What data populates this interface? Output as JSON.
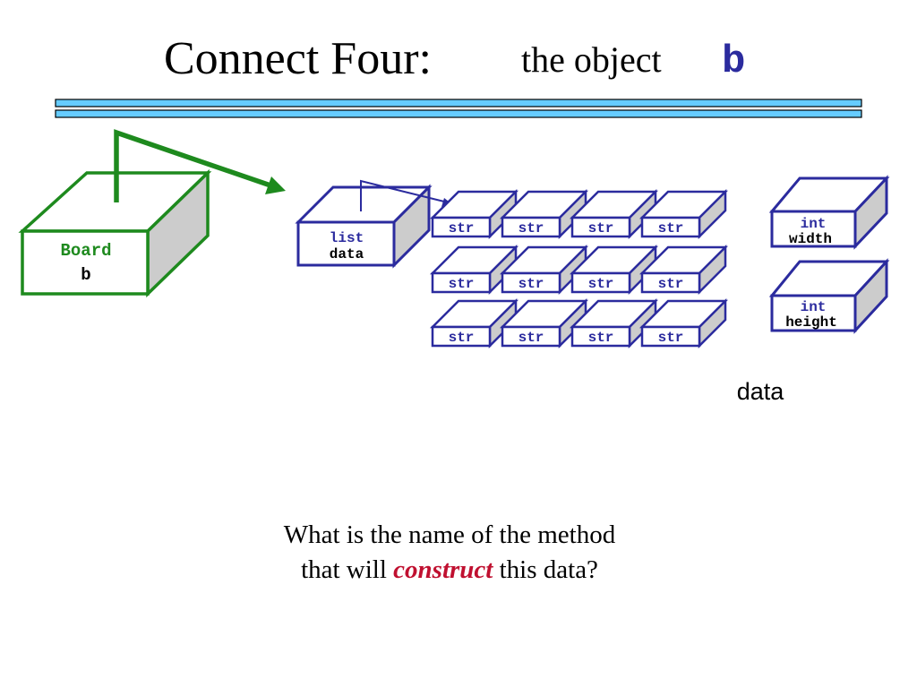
{
  "title": {
    "main": "Connect Four:",
    "sub": "the object",
    "var": "b"
  },
  "board": {
    "type": "Board",
    "name": "b"
  },
  "list_box": {
    "type": "list",
    "name": "data"
  },
  "str_label": "str",
  "grid": {
    "rows": 3,
    "cols": 4
  },
  "width_box": {
    "type": "int",
    "name": "width"
  },
  "height_box": {
    "type": "int",
    "name": "height"
  },
  "data_caption": "data",
  "question": {
    "line1": "What is the name of the method",
    "line2_prefix": "that will ",
    "line2_emphasis": "construct",
    "line2_suffix": " this data?"
  },
  "colors": {
    "board_green": "#1e8a1e",
    "box_blue": "#2b2b9e",
    "rule_light_blue": "#66ccff",
    "emphasis_red": "#c01030",
    "box_side_gray": "#cccccc"
  }
}
